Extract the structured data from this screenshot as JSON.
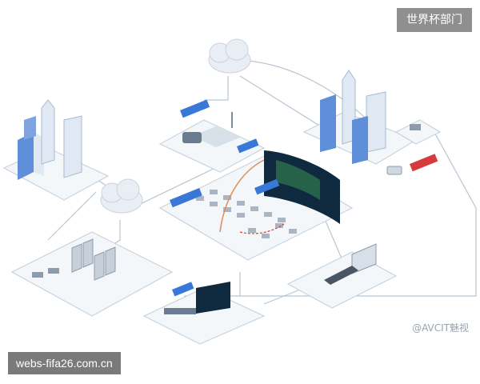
{
  "labels": {
    "corner_badge": "世界杯部门",
    "url_badge": "webs-fifa26.com.cn",
    "watermark": "@AVCIT魅视"
  },
  "colors": {
    "platform_fill": "#f4f7fa",
    "platform_edge": "#c9d3dc",
    "link_line": "#b7c6d3",
    "tag_blue": "#3a78d8",
    "tag_red": "#d63a3a",
    "building_blue": "#5f8fd8",
    "building_light": "#dfe8f3",
    "screen_dark": "#0f2a3f"
  },
  "icons": [
    "cloud-icon",
    "building-icon",
    "server-rack-icon",
    "video-wall-icon",
    "workstation-icon",
    "vehicle-icon"
  ]
}
